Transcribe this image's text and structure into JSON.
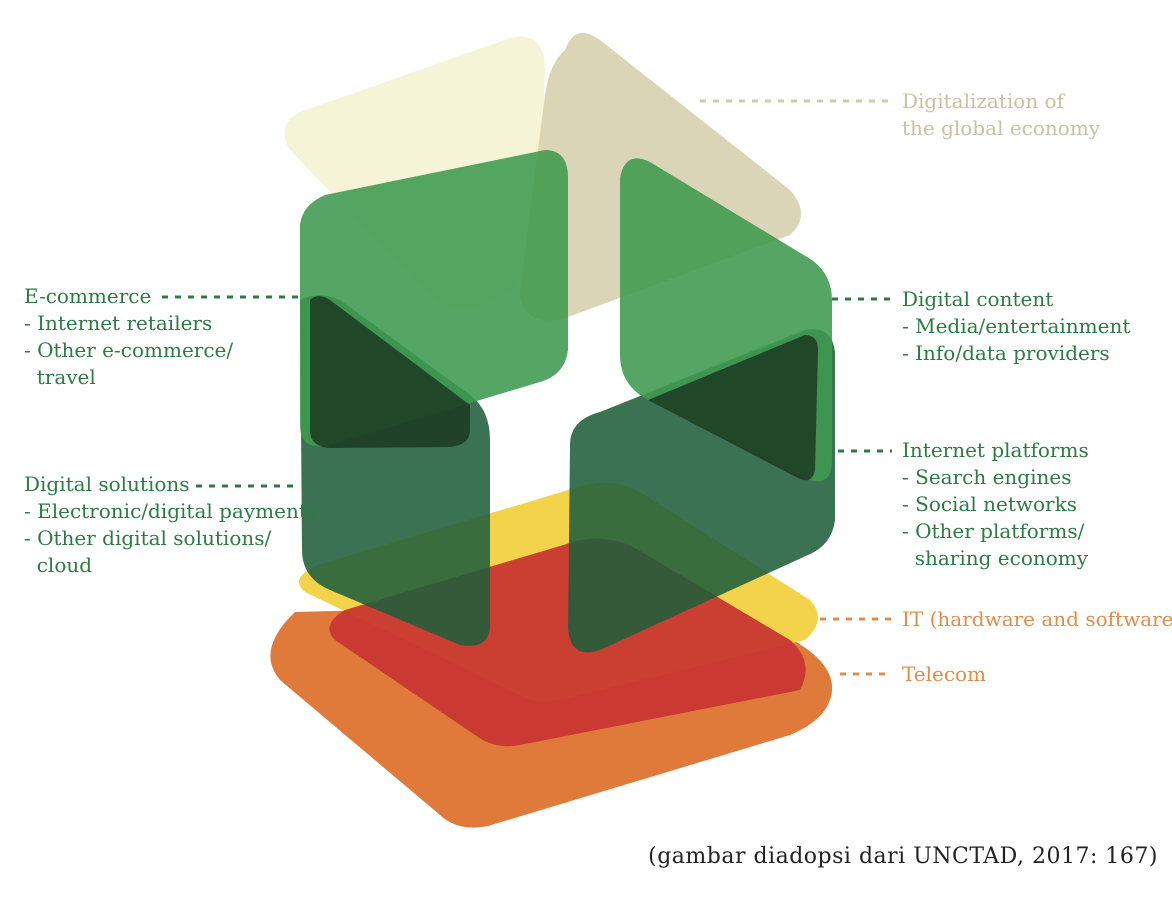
{
  "layers": {
    "top": {
      "lines": [
        "Digitalization of",
        "the global economy"
      ],
      "color": "#c6c2a2"
    },
    "ecommerce": {
      "title": "E-commerce",
      "items": [
        "- Internet retailers",
        "- Other e-commerce/",
        "  travel"
      ],
      "color": "#2d7a45"
    },
    "digital_solutions": {
      "title": "Digital solutions",
      "items": [
        "- Electronic/digital payments",
        "- Other digital solutions/",
        "  cloud"
      ],
      "color": "#2d7a45"
    },
    "digital_content": {
      "title": "Digital content",
      "items": [
        "- Media/entertainment",
        "- Info/data providers"
      ],
      "color": "#2d7a45"
    },
    "internet_platforms": {
      "title": "Internet platforms",
      "items": [
        "- Search engines",
        "- Social networks",
        "- Other platforms/",
        "  sharing economy"
      ],
      "color": "#2d7a45"
    },
    "it": {
      "title": "IT (hardware and software)",
      "color": "#e08c4b"
    },
    "telecom": {
      "title": "Telecom",
      "color": "#e08c4b"
    }
  },
  "caption": "(gambar diadopsi dari UNCTAD, 2017: 167)",
  "colors": {
    "beige_light": "#f6f3d5",
    "beige_dark": "#d8d3b2",
    "green_light": "#3e9a4f",
    "green_dark": "#1a5c33",
    "yellow": "#f3d34a",
    "red": "#c83731",
    "orange": "#e07a3a"
  }
}
